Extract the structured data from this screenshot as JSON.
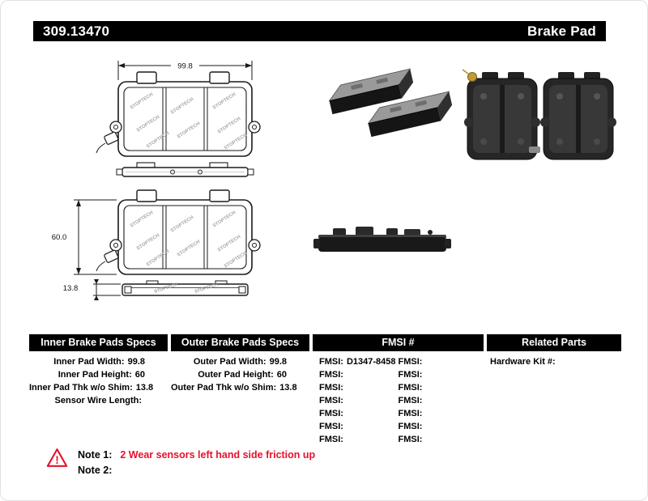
{
  "header": {
    "part_number": "309.13470",
    "product_name": "Brake Pad"
  },
  "diagram": {
    "dim_width": "99.8",
    "dim_height": "60.0",
    "dim_thickness": "13.8",
    "brand": "STOPTECH"
  },
  "specs": {
    "inner": {
      "title": "Inner Brake Pads Specs",
      "rows": [
        {
          "label": "Inner Pad Width:",
          "value": "99.8"
        },
        {
          "label": "Inner Pad Height:",
          "value": "60"
        },
        {
          "label": "Inner Pad Thk w/o Shim:",
          "value": "13.8"
        },
        {
          "label": "Sensor Wire Length:",
          "value": ""
        }
      ]
    },
    "outer": {
      "title": "Outer Brake Pads Specs",
      "rows": [
        {
          "label": "Outer Pad Width:",
          "value": "99.8"
        },
        {
          "label": "Outer Pad Height:",
          "value": "60"
        },
        {
          "label": "Outer Pad Thk w/o Shim:",
          "value": "13.8"
        }
      ]
    },
    "fmsi": {
      "title": "FMSI #",
      "rows": [
        {
          "l_label": "FMSI:",
          "l_value": "D1347-8458",
          "r_label": "FMSI:",
          "r_value": ""
        },
        {
          "l_label": "FMSI:",
          "l_value": "",
          "r_label": "FMSI:",
          "r_value": ""
        },
        {
          "l_label": "FMSI:",
          "l_value": "",
          "r_label": "FMSI:",
          "r_value": ""
        },
        {
          "l_label": "FMSI:",
          "l_value": "",
          "r_label": "FMSI:",
          "r_value": ""
        },
        {
          "l_label": "FMSI:",
          "l_value": "",
          "r_label": "FMSI:",
          "r_value": ""
        },
        {
          "l_label": "FMSI:",
          "l_value": "",
          "r_label": "FMSI:",
          "r_value": ""
        },
        {
          "l_label": "FMSI:",
          "l_value": "",
          "r_label": "FMSI:",
          "r_value": ""
        }
      ]
    },
    "related": {
      "title": "Related Parts",
      "rows": [
        {
          "label": "Hardware Kit #:",
          "value": ""
        }
      ]
    }
  },
  "notes": {
    "warning_mark": "!",
    "note1_label": "Note 1:",
    "note1_text": "2 Wear sensors left hand side friction up",
    "note2_label": "Note 2:",
    "note2_text": ""
  }
}
